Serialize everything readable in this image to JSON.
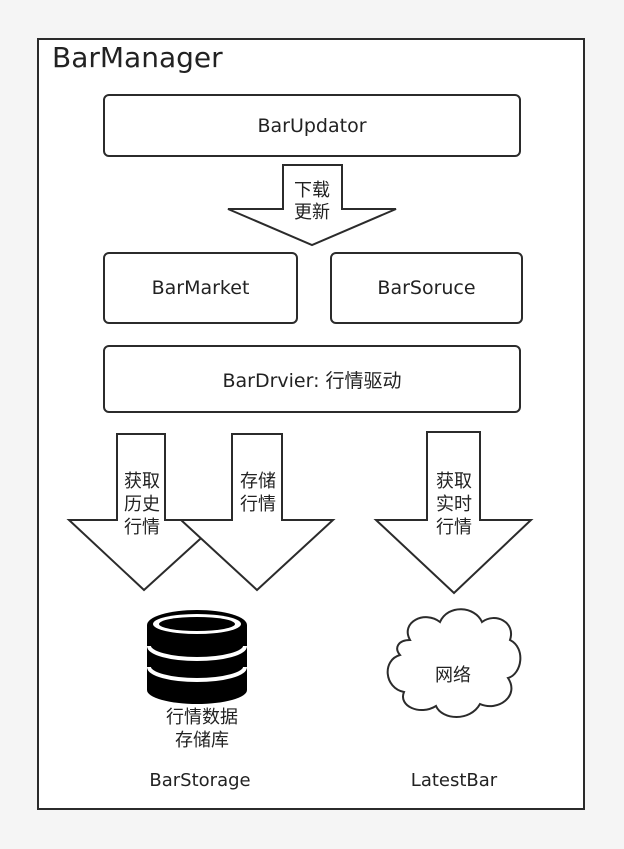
{
  "diagram": {
    "title": "BarManager",
    "boxes": {
      "updator": "BarUpdator",
      "market": "BarMarket",
      "source": "BarSoruce",
      "driver": "BarDrvier: 行情驱动"
    },
    "arrows": {
      "download_update": [
        "下载",
        "更新"
      ],
      "get_history": [
        "获取",
        "历史",
        "行情"
      ],
      "store": [
        "存储",
        "行情"
      ],
      "get_realtime": [
        "获取",
        "实时",
        "行情"
      ]
    },
    "storage": {
      "caption": [
        "行情数据",
        "存储库"
      ],
      "label": "BarStorage"
    },
    "network": {
      "text": "网络",
      "label": "LatestBar"
    }
  }
}
